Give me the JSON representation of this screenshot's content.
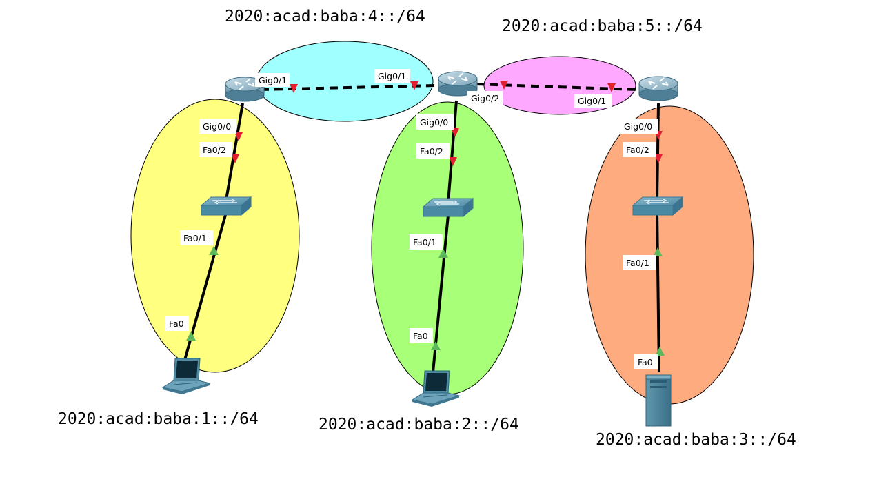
{
  "subnets": [
    {
      "id": "net1",
      "label": "2020:acad:baba:1::/64",
      "color": "#ffff80"
    },
    {
      "id": "net2",
      "label": "2020:acad:baba:2::/64",
      "color": "#a8ff78"
    },
    {
      "id": "net3",
      "label": "2020:acad:baba:3::/64",
      "color": "#ffab80"
    },
    {
      "id": "net4",
      "label": "2020:acad:baba:4::/64",
      "color": "#a0ffff"
    },
    {
      "id": "net5",
      "label": "2020:acad:baba:5::/64",
      "color": "#ffa8ff"
    }
  ],
  "devices": [
    {
      "id": "router1",
      "type": "router-icon"
    },
    {
      "id": "router2",
      "type": "router-icon"
    },
    {
      "id": "router3",
      "type": "router-icon"
    },
    {
      "id": "switch1",
      "type": "switch-icon"
    },
    {
      "id": "switch2",
      "type": "switch-icon"
    },
    {
      "id": "switch3",
      "type": "switch-icon"
    },
    {
      "id": "laptop1",
      "type": "laptop-icon"
    },
    {
      "id": "laptop2",
      "type": "laptop-icon"
    },
    {
      "id": "server3",
      "type": "server-icon"
    }
  ],
  "links": [
    {
      "from": "router1",
      "to": "router2",
      "style": "dashed",
      "ports": [
        "Gig0/1",
        "Gig0/1"
      ]
    },
    {
      "from": "router2",
      "to": "router3",
      "style": "dashed",
      "ports": [
        "Gig0/2",
        "Gig0/1"
      ]
    },
    {
      "from": "router1",
      "to": "switch1",
      "style": "solid",
      "ports": [
        "Gig0/0",
        "Fa0/2"
      ]
    },
    {
      "from": "switch1",
      "to": "laptop1",
      "style": "solid",
      "ports": [
        "Fa0/1",
        "Fa0"
      ]
    },
    {
      "from": "router2",
      "to": "switch2",
      "style": "solid",
      "ports": [
        "Gig0/0",
        "Fa0/2"
      ]
    },
    {
      "from": "switch2",
      "to": "laptop2",
      "style": "solid",
      "ports": [
        "Fa0/1",
        "Fa0"
      ]
    },
    {
      "from": "router3",
      "to": "switch3",
      "style": "solid",
      "ports": [
        "Gig0/0",
        "Fa0/2"
      ]
    },
    {
      "from": "switch3",
      "to": "server3",
      "style": "solid",
      "ports": [
        "Fa0/1",
        "Fa0"
      ]
    }
  ],
  "port_labels": {
    "r1_gig01": "Gig0/1",
    "r2_gig01": "Gig0/1",
    "r2_gig02": "Gig0/2",
    "r3_gig01": "Gig0/1",
    "r1_gig00": "Gig0/0",
    "s1_fa02": "Fa0/2",
    "s1_fa01": "Fa0/1",
    "l1_fa0": "Fa0",
    "r2_gig00": "Gig0/0",
    "s2_fa02": "Fa0/2",
    "s2_fa01": "Fa0/1",
    "l2_fa0": "Fa0",
    "r3_gig00": "Gig0/0",
    "s3_fa02": "Fa0/2",
    "s3_fa01": "Fa0/1",
    "sv3_fa0": "Fa0"
  },
  "indicator_colors": {
    "down": "#e02030",
    "up": "#5cb85c"
  }
}
